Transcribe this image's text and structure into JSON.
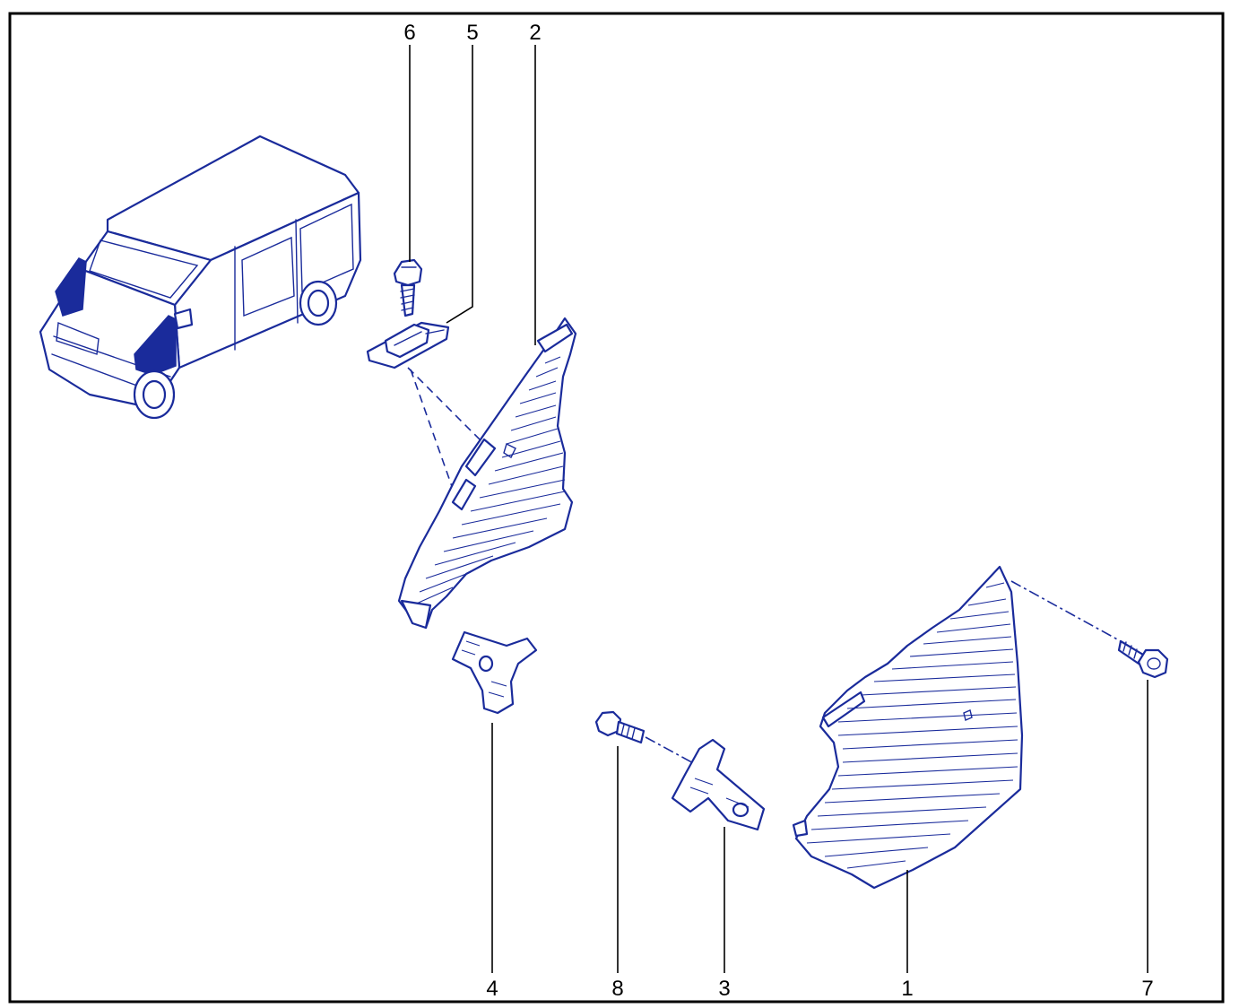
{
  "diagram": {
    "colors": {
      "ink": "#1a2b9b",
      "frame": "#000000",
      "background": "#ffffff"
    },
    "callouts": [
      {
        "id": "1",
        "label": "1",
        "part": "front-wing"
      },
      {
        "id": "2",
        "label": "2",
        "part": "wing-inner-panel"
      },
      {
        "id": "3",
        "label": "3",
        "part": "lower-bracket"
      },
      {
        "id": "4",
        "label": "4",
        "part": "wing-support-bracket"
      },
      {
        "id": "5",
        "label": "5",
        "part": "clip-plate"
      },
      {
        "id": "6",
        "label": "6",
        "part": "screw-top"
      },
      {
        "id": "7",
        "label": "7",
        "part": "screw-right"
      },
      {
        "id": "8",
        "label": "8",
        "part": "bolt-lower"
      }
    ]
  }
}
